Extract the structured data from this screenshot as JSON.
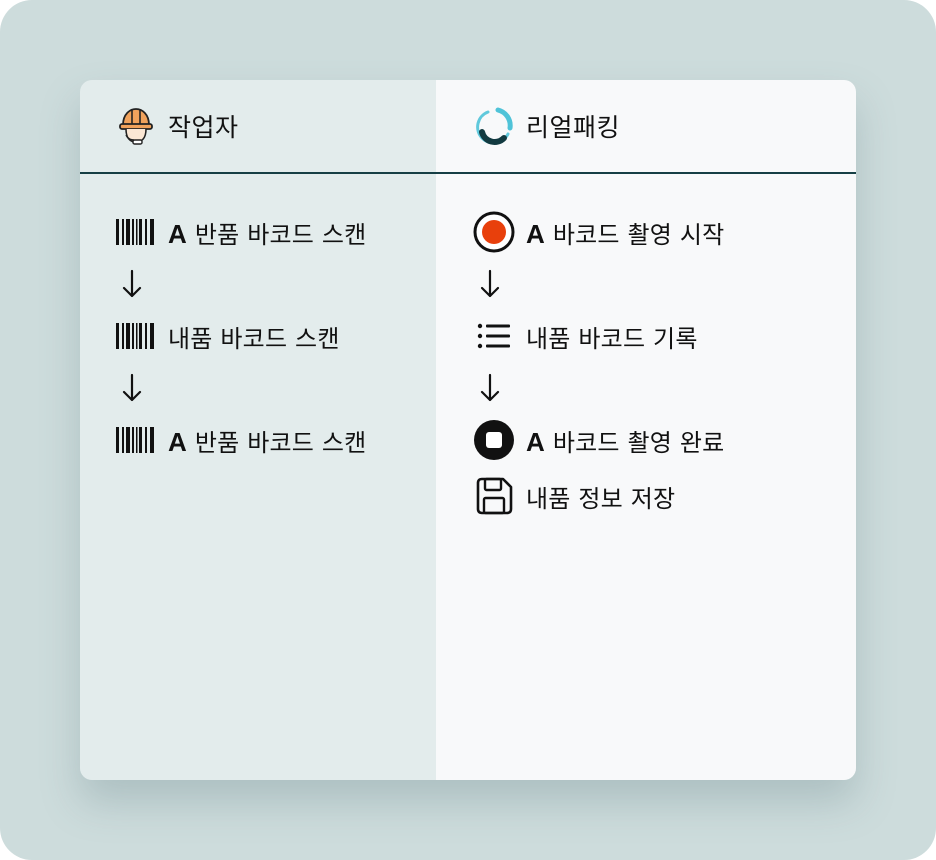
{
  "worker": {
    "title": "작업자",
    "icon": "hard-hat-worker-icon",
    "steps": [
      {
        "icon": "barcode-icon",
        "prefix": "A",
        "label": "반품 바코드 스캔"
      },
      {
        "icon": "barcode-icon",
        "prefix": "",
        "label": "내품 바코드 스캔"
      },
      {
        "icon": "barcode-icon",
        "prefix": "A",
        "label": "반품 바코드 스캔"
      }
    ]
  },
  "realpacking": {
    "title": "리얼패킹",
    "icon": "realpacking-logo-icon",
    "steps": [
      {
        "icon": "record-icon",
        "prefix": "A",
        "label": "바코드 촬영 시작"
      },
      {
        "icon": "list-icon",
        "prefix": "",
        "label": "내품 바코드 기록"
      },
      {
        "icon": "stop-icon",
        "prefix": "A",
        "label": "바코드 촬영 완료"
      },
      {
        "icon": "save-icon",
        "prefix": "",
        "label": "내품 정보 저장"
      }
    ]
  },
  "colors": {
    "background": "#cddcdc",
    "worker_column": "#e3ecec",
    "realpacking_column": "#f8f9fa",
    "divider": "#163f45",
    "record_red": "#e8400c",
    "logo_teal": "#4fc3d8",
    "logo_dark": "#123a40"
  }
}
